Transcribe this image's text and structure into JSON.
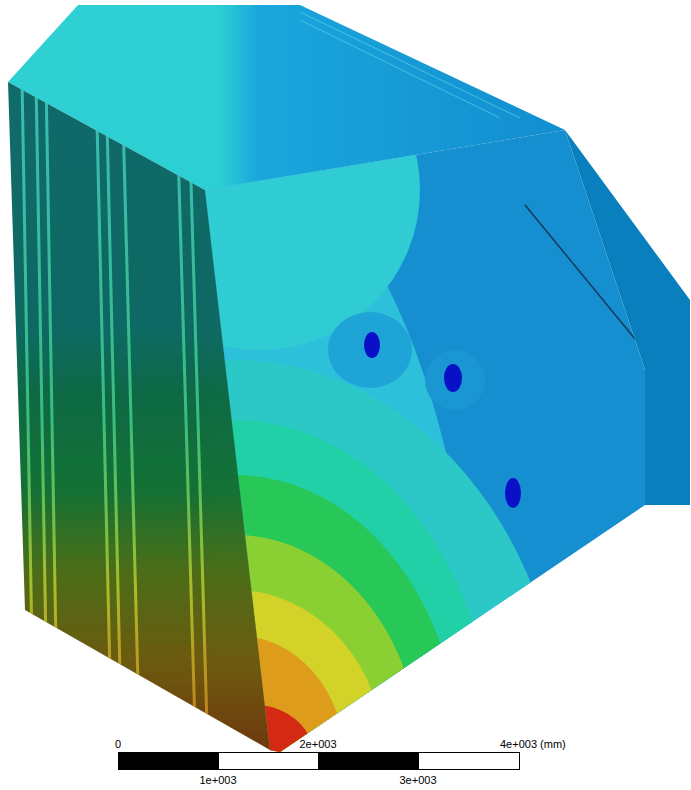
{
  "diagram": {
    "labels": [
      "0",
      "2e+003",
      "4e+003 (mm)",
      "1e+003",
      "3e+003"
    ]
  }
}
